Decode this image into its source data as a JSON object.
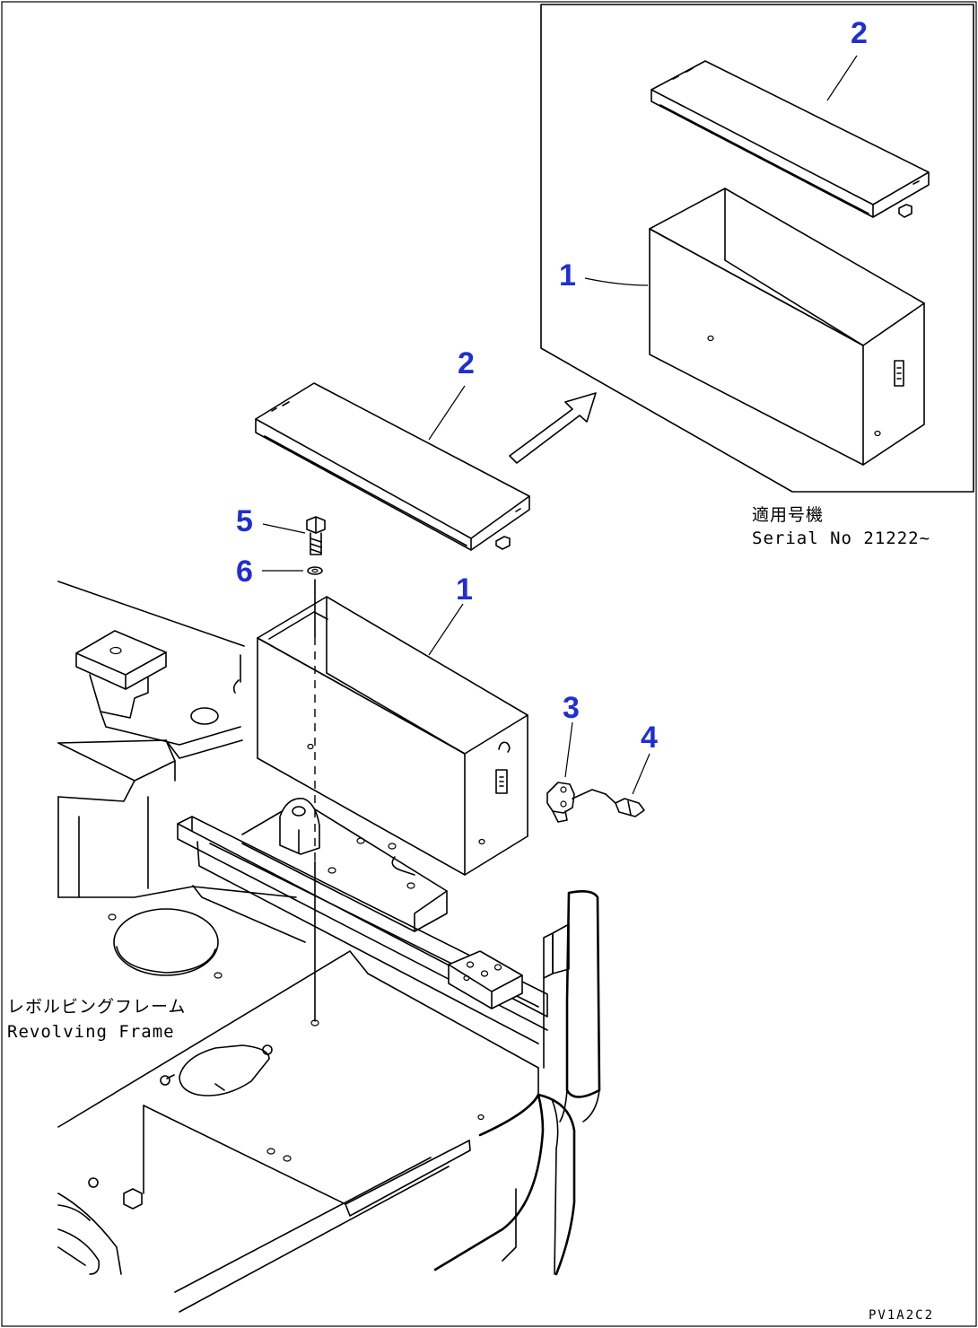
{
  "callouts": {
    "inset_lid": "2",
    "inset_box": "1",
    "main_lid": "2",
    "bolt": "5",
    "washer": "6",
    "main_box": "1",
    "latch": "3",
    "catch": "4"
  },
  "inset_note": {
    "line1": "適用号機",
    "line2": "Serial No 21222~"
  },
  "frame_label": {
    "line1": "レボルビングフレーム",
    "line2": "Revolving Frame"
  },
  "drawing_code": "PV1A2C2",
  "colors": {
    "callout": "#1f2fd0",
    "line": "#000000",
    "background": "#ffffff"
  }
}
